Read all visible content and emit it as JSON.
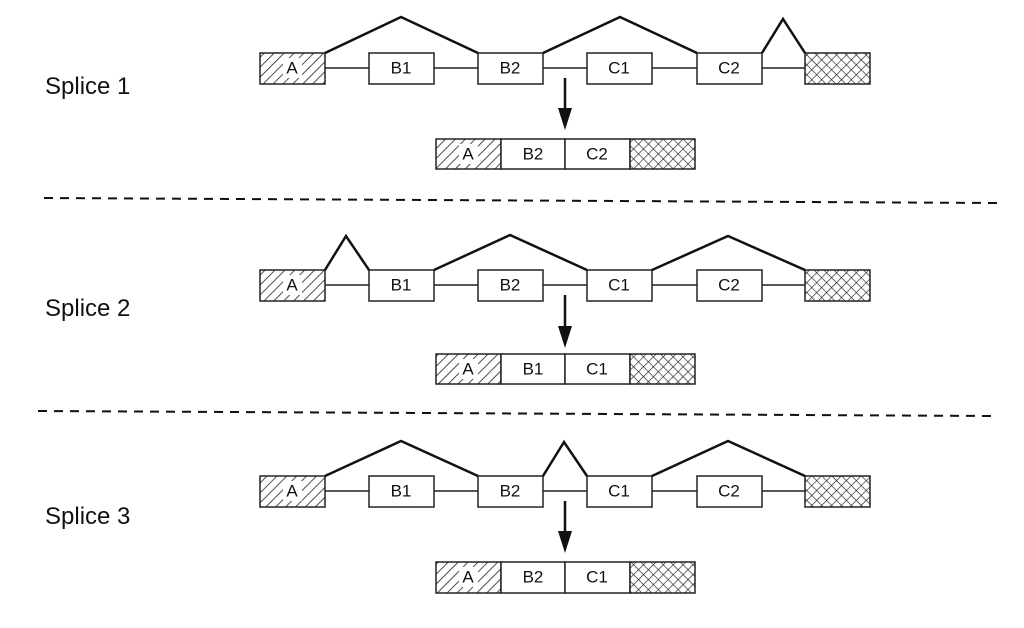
{
  "diagram": {
    "panels": [
      {
        "label": "Splice 1",
        "exons": [
          "A",
          "B1",
          "B2",
          "C1",
          "C2"
        ],
        "spliced_product": [
          "A",
          "B2",
          "C2"
        ]
      },
      {
        "label": "Splice 2",
        "exons": [
          "A",
          "B1",
          "B2",
          "C1",
          "C2"
        ],
        "spliced_product": [
          "A",
          "B1",
          "C1"
        ]
      },
      {
        "label": "Splice 3",
        "exons": [
          "A",
          "B1",
          "B2",
          "C1",
          "C2"
        ],
        "spliced_product": [
          "A",
          "B2",
          "C1"
        ]
      }
    ],
    "colors": {
      "line": "#111111",
      "fill": "#ffffff"
    }
  }
}
